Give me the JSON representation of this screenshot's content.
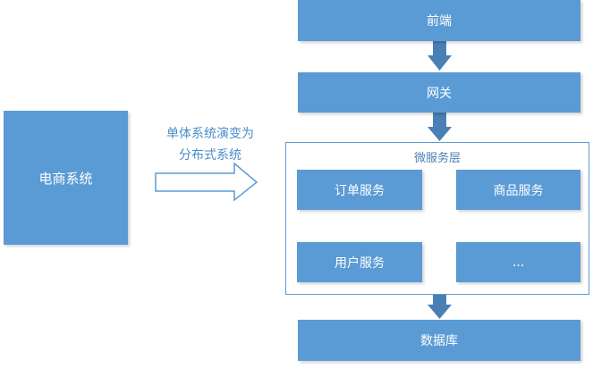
{
  "monolith": {
    "label": "电商系统"
  },
  "transition": {
    "line1": "单体系统演变为",
    "line2": "分布式系统"
  },
  "layers": {
    "frontend": "前端",
    "gateway": "网关",
    "microservice_title": "微服务层",
    "database": "数据库"
  },
  "services": {
    "order": "订单服务",
    "product": "商品服务",
    "user": "用户服务",
    "more": "..."
  },
  "colors": {
    "box_fill": "#5b9bd5",
    "box_text": "#ffffff",
    "group_border": "#5b9bd5",
    "arrow_fill": "#4a7fb5",
    "caption_text": "#4a8ec9",
    "hollow_arrow_stroke": "#5b9bd5"
  }
}
